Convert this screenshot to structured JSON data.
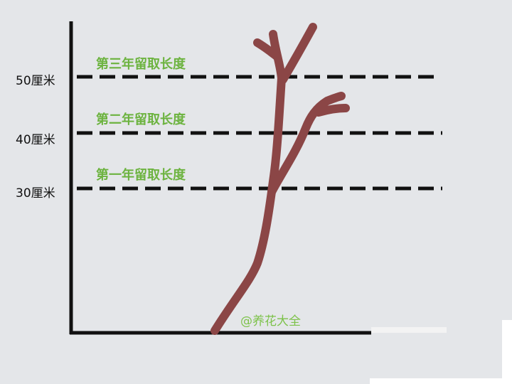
{
  "y_axis_labels": {
    "l50": "50厘米",
    "l40": "40厘米",
    "l30": "30厘米"
  },
  "stage_labels": {
    "third": "第三年留取长度",
    "second": "第二年留取长度",
    "first": "第一年留取长度"
  },
  "watermark": "@养花大全",
  "colors": {
    "background": "#e4e6e9",
    "branch": "#8b4646",
    "label_green": "#6cb33f",
    "line": "#111111"
  }
}
